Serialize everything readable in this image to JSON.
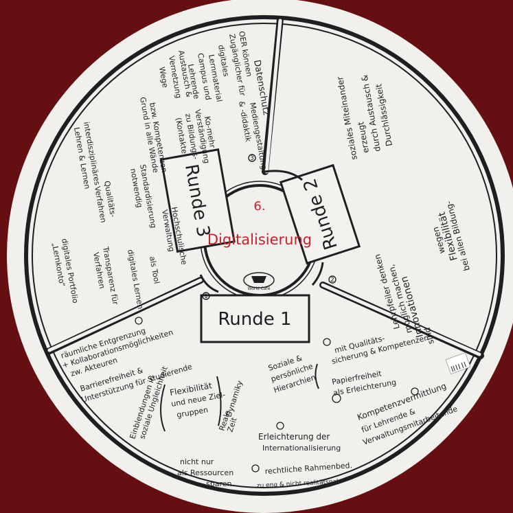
{
  "colors": {
    "background": "#6e1014",
    "paper": "#f2f0ec",
    "ink": "#1f1f22",
    "title_red": "#c8202c"
  },
  "center": {
    "number": "6.",
    "title": "Digitalisierung",
    "logo_text": "World Café"
  },
  "rounds": {
    "round1": "Runde 1",
    "round2": "Runde 2",
    "round3": "Runde 3",
    "marker1": "1",
    "marker2": "2",
    "marker3": "3"
  },
  "top_right_notes": [
    "soziales Miteinander",
    "erzeugt",
    "durch Austausch &",
    "Durchlässigkeit",
    "Flexibilität",
    "bei allen Bildung-",
    "wegen",
    "Innovationen",
    "möglich machen,",
    "sind",
    "Lehrpfeiler denken"
  ],
  "left_notes": [
    "Datenschutz",
    "OER können",
    "Zugänglicher für",
    "digitales",
    "Lernmaterial",
    "Campus und",
    "Lehrende",
    "Mediengestaltung",
    "& -didaktik",
    "Austausch &",
    "Vernetzung",
    "Ko-mehr",
    "Verständigung",
    "zu Bildungs-",
    "(Kontakte)",
    "Wege",
    "bzw. Kompetenzen",
    "Grund in alle Wände",
    "Standardisierung",
    "notwendig",
    "interdisziplinäres",
    "Lehren & Lernen",
    "Qualitäts-",
    "Verfahren",
    "Hochschulische",
    "Verwaltung",
    "als Tool",
    "Transparenz für",
    "Verfahren",
    "digitales Portfolio",
    "„Lernkonto“",
    "digitales Lernen"
  ],
  "bottom_notes": [
    "räumliche Entgrenzung",
    "+ Kollaborationsmöglichkeiten",
    "zw. Akteuren",
    "Barrierefreiheit &",
    "Unterstützung für Studierende",
    "Einblendungen in",
    "soziale Ungleichheit",
    "Flexibilität",
    "und neue Ziel-",
    "gruppen",
    "Dynamiky",
    "Reale",
    "Zeit",
    "Soziale &",
    "persönliche",
    "Hierarchien",
    "mit Qualitäts-",
    "sicherung & Kompetenzen",
    "Papierfreiheit",
    "als Erleichterung",
    "Kompetenzvermittlung",
    "für Lehrende &",
    "Verwaltungsmitarbeitende",
    "Erleichterung der",
    "Internationalisierung",
    "rechtliche Rahmenbed.",
    "zu eng & nicht realitätsnah",
    "nicht nur",
    "als Ressourcen",
    "sparen"
  ]
}
